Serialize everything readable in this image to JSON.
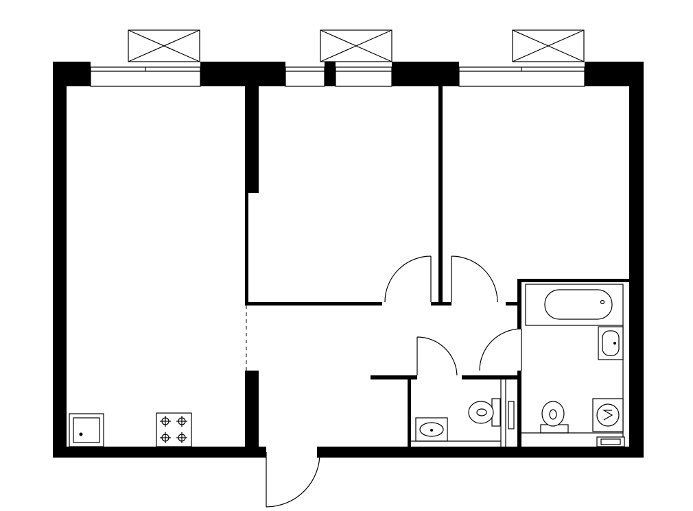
{
  "plan": {
    "rooms": [
      {
        "id": "living-kitchen",
        "label": ""
      },
      {
        "id": "bedroom-middle",
        "label": ""
      },
      {
        "id": "bedroom-right",
        "label": ""
      },
      {
        "id": "hallway",
        "label": ""
      },
      {
        "id": "bathroom",
        "label": ""
      },
      {
        "id": "toilet",
        "label": ""
      }
    ],
    "balconies": 3,
    "windows": 4,
    "fixtures": [
      "sink",
      "stove",
      "bathtub",
      "washbasin",
      "toilet",
      "washing-machine",
      "toilet",
      "washbasin",
      "water-heater"
    ],
    "colors": {
      "wall": "#000000",
      "background": "#ffffff",
      "line": "#000000"
    }
  }
}
